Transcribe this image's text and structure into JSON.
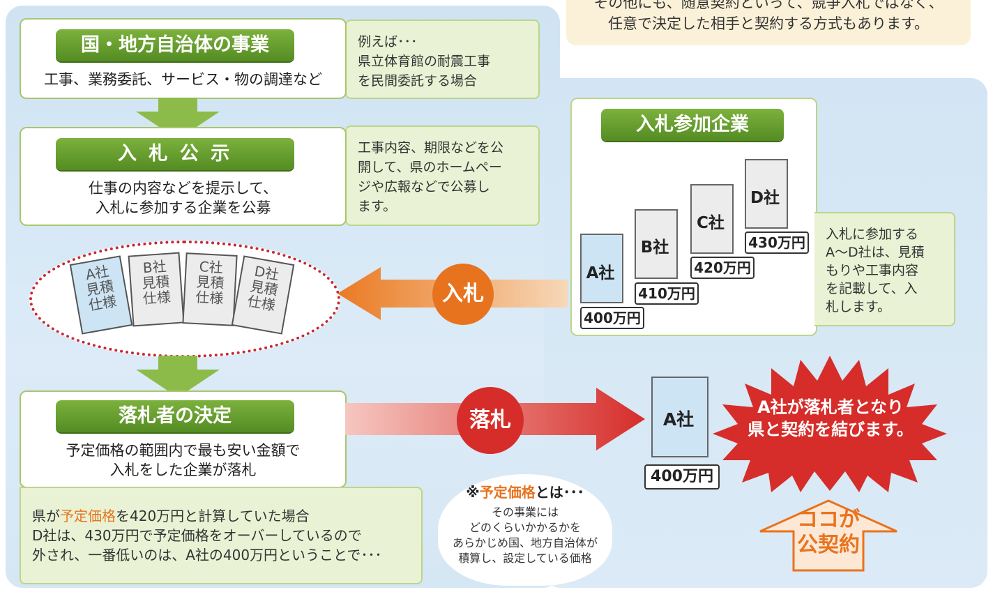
{
  "note": {
    "line1": "その他にも、随意契約といって、競争入札ではなく、",
    "line2": "任意で決定した相手と契約する方式もあります。"
  },
  "step1": {
    "title": "国・地方自治体の事業",
    "text": "工事、業務委託、サービス・物の調達など",
    "desc_line1": "例えば･･･",
    "desc_line2": "県立体育館の耐震工事",
    "desc_line3": "を民間委託する場合"
  },
  "step2": {
    "title": "入 札 公 示",
    "text_line1": "仕事の内容などを提示して、",
    "text_line2": "入札に参加する企業を公募",
    "desc_line1": "工事内容、期限などを公",
    "desc_line2": "開して、県のホームペー",
    "desc_line3": "ジや広報などで公募し",
    "desc_line4": "ます。"
  },
  "bid_cards": [
    {
      "company": "A社",
      "line2": "見積",
      "line3": "仕様"
    },
    {
      "company": "B社",
      "line2": "見積",
      "line3": "仕様"
    },
    {
      "company": "C社",
      "line2": "見積",
      "line3": "仕様"
    },
    {
      "company": "D社",
      "line2": "見積",
      "line3": "仕様"
    }
  ],
  "bid_label": "入札",
  "participants": {
    "title": "入札参加企業",
    "companies": [
      {
        "name": "A社",
        "price": "400万円"
      },
      {
        "name": "B社",
        "price": "410万円"
      },
      {
        "name": "C社",
        "price": "420万円"
      },
      {
        "name": "D社",
        "price": "430万円"
      }
    ],
    "desc_line1": "入札に参加する",
    "desc_line2": "A～D社は、見積",
    "desc_line3": "もりや工事内容",
    "desc_line4": "を記載して、入",
    "desc_line5": "札します。"
  },
  "step3": {
    "title": "落札者の決定",
    "text_line1": "予定価格の範囲内で最も安い金額で",
    "text_line2": "入札をした企業が落札",
    "desc_line1_pre": "県が",
    "desc_line1_em": "予定価格",
    "desc_line1_post": "を420万円と計算していた場合",
    "desc_line2": "D社は、430万円で予定価格をオーバーしているので",
    "desc_line3": "外され、一番低いのは、A社の400万円ということで･･･"
  },
  "award_label": "落札",
  "winner": {
    "name": "A社",
    "price": "400万円"
  },
  "burst": {
    "line1": "A社が落札者となり",
    "line2": "県と契約を結びます。"
  },
  "definition": {
    "title_pre": "※",
    "title_em": "予定価格",
    "title_post": "とは･･･",
    "line1": "その事業には",
    "line2": "どのくらいかかるかを",
    "line3": "あらかじめ国、地方自治体が",
    "line4": "積算し、設定している価格"
  },
  "koko": {
    "line1": "ココが",
    "line2": "公契約"
  },
  "colors": {
    "green": "#548c23",
    "orange": "#e8731e",
    "red": "#d62d2a",
    "accent_text": "#e8731e"
  }
}
